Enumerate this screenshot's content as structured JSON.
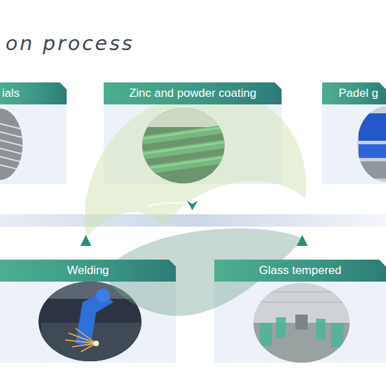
{
  "diagram": {
    "title": "on process",
    "nodes": [
      {
        "text": [
          "ials"
        ]
      },
      {
        "text": [
          "Zinc and powder coating"
        ]
      },
      {
        "text": [
          "Padel g"
        ]
      },
      {
        "text": [
          "Welding"
        ]
      },
      {
        "text": [
          "Glass tempered"
        ]
      }
    ]
  }
}
